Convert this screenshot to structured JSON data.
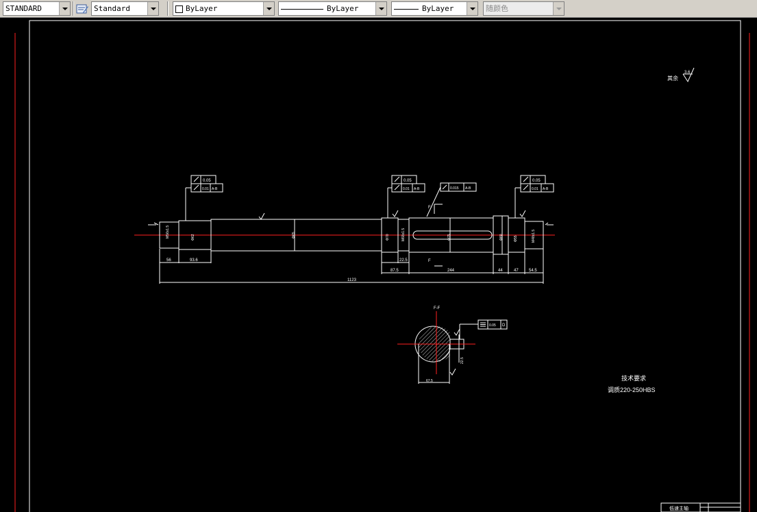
{
  "toolbar": {
    "text_style": "STANDARD",
    "dim_style": "Standard",
    "layer": "ByLayer",
    "linetype": "ByLayer",
    "lineweight": "ByLayer",
    "plot_style": "随颜色"
  },
  "drawing": {
    "surface_note": "其余",
    "roughness_value": "3.6",
    "tolerances": {
      "left_top": "0.05",
      "left_bottom": "0.01",
      "left_datum": "A-B",
      "mid_top": "0.05",
      "mid_bottom": "0.01",
      "mid_datum": "A-B",
      "key_tol": "0.015",
      "key_datum": "A-B",
      "right_top": "0.05",
      "right_bottom": "0.01",
      "right_datum": "A-B",
      "section_sym": "0.05",
      "section_datum": "D"
    },
    "dimensions": {
      "d1": "56",
      "d2": "93.6",
      "d3": "87.5",
      "d4": "244",
      "d5": "44",
      "d6": "47",
      "d7": "54.5",
      "total": "1123",
      "small_f": "F",
      "sec_f": "F",
      "section_label": "F-F",
      "sec_width": "67.5",
      "d_22_5": "22.5"
    },
    "tech_title": "技术要求",
    "tech_line": "调质220-250HBS",
    "title_block": "低速主轴"
  }
}
